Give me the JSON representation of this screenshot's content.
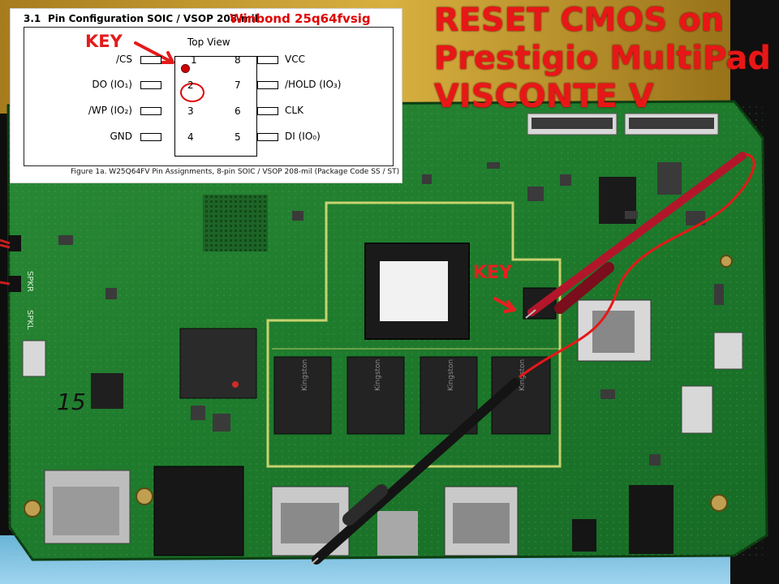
{
  "pinout": {
    "section_number": "3.1",
    "section_title": "Pin Configuration SOIC / VSOP 208-mil",
    "chip_name": "Winbond 25q64fvsig",
    "view_label": "Top View",
    "key_label": "KEY",
    "caption": "Figure 1a. W25Q64FV Pin Assignments, 8-pin SOIC / VSOP 208-mil (Package Code SS / ST)",
    "left_pins": [
      {
        "number": "1",
        "label": "/CS"
      },
      {
        "number": "2",
        "label": "DO (IO₁)"
      },
      {
        "number": "3",
        "label": "/WP (IO₂)"
      },
      {
        "number": "4",
        "label": "GND"
      }
    ],
    "right_pins": [
      {
        "number": "8",
        "label": "VCC"
      },
      {
        "number": "7",
        "label": "/HOLD (IO₃)"
      },
      {
        "number": "6",
        "label": "CLK"
      },
      {
        "number": "5",
        "label": "DI (IO₀)"
      }
    ]
  },
  "overlay": {
    "title_line1": "RESET CMOS on",
    "title_line2": "Prestigio MultiPad",
    "title_line3": "VISCONTE V",
    "pcb_key_label": "KEY"
  },
  "board": {
    "chip_marking": "Kingston",
    "silk_left_1": "SPKR",
    "silk_left_2": "SPKL",
    "handwritten_mark": "15"
  },
  "colors": {
    "annotation_red": "#e81717",
    "pcb_green": "#1f7a2c",
    "probe_red": "#b3162a",
    "probe_black": "#141414"
  }
}
